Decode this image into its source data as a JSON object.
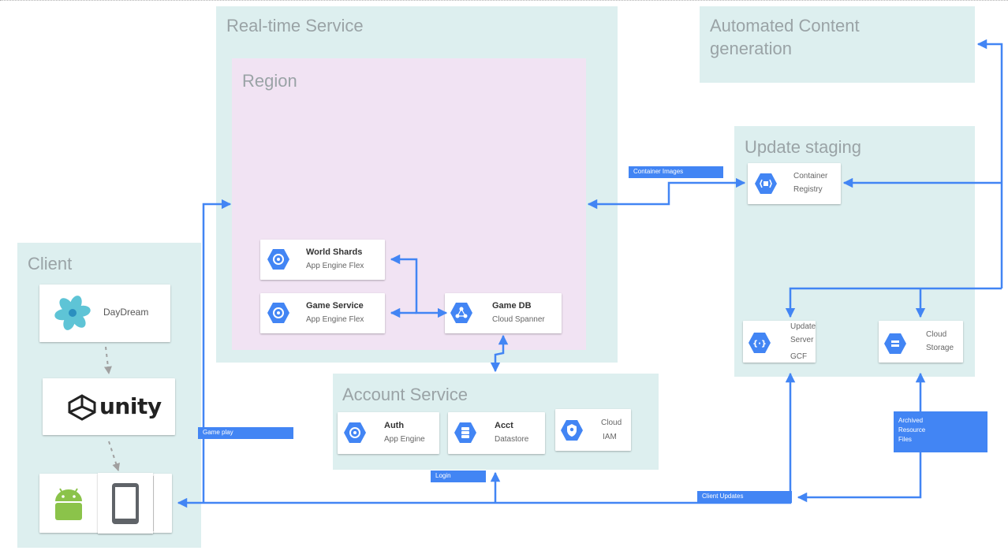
{
  "zones": {
    "realtime": "Real-time Service",
    "region": "Region",
    "automated": "Automated Content\ngeneration",
    "update_staging": "Update staging",
    "client": "Client",
    "account": "Account Service"
  },
  "services": {
    "world_shards": {
      "name": "World Shards",
      "sub": "App Engine Flex",
      "icon": "app-engine-icon"
    },
    "game_service": {
      "name": "Game Service",
      "sub": "App Engine Flex",
      "icon": "app-engine-icon"
    },
    "game_db": {
      "name": "Game DB",
      "sub": "Cloud Spanner",
      "icon": "cloud-spanner-icon"
    },
    "auth": {
      "name": "Auth",
      "sub": "App Engine",
      "icon": "app-engine-icon"
    },
    "acct": {
      "name": "Acct",
      "sub": "Datastore",
      "icon": "datastore-icon"
    },
    "iam": {
      "line1": "Cloud",
      "line2": "IAM",
      "icon": "cloud-iam-icon"
    },
    "container_registry": {
      "line1": "Container",
      "line2": "Registry",
      "icon": "container-registry-icon"
    },
    "update_server": {
      "line1": "Update",
      "line2": "Server",
      "line3": "GCF",
      "icon": "cloud-functions-icon"
    },
    "cloud_storage": {
      "line1": "Cloud",
      "line2": "Storage",
      "icon": "cloud-storage-icon"
    }
  },
  "client": {
    "daydream": "DayDream",
    "unity": "unity",
    "icons": [
      "daydream-logo-icon",
      "unity-logo-icon",
      "android-icon",
      "tablet-icon"
    ]
  },
  "tags": {
    "container_images": "Container Images",
    "game_play": "Game play",
    "login": "Login",
    "client_updates": "Client Updates",
    "archived": "Archived\nResource\nFiles"
  },
  "colors": {
    "arrow": "#4285f4",
    "zone": "#ddefef",
    "region": "#f1e3f3",
    "tag": "#4285f4",
    "hex": "#4285f4",
    "dashed": "#a0a0a0"
  }
}
